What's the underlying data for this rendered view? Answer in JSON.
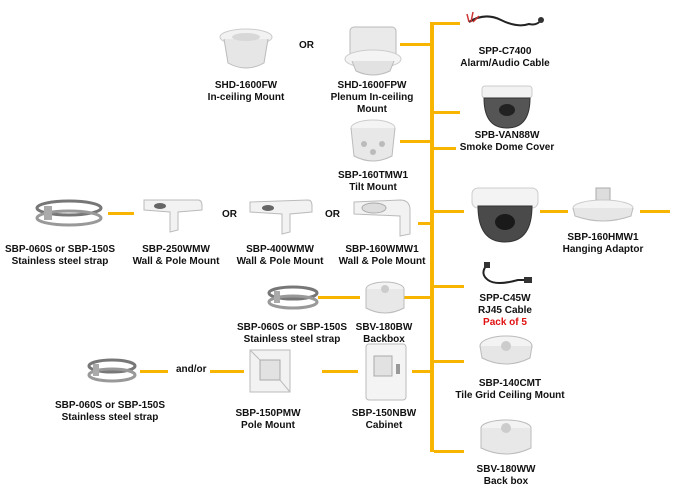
{
  "colors": {
    "connector": "#f7b500",
    "label": "#111111",
    "highlight": "#e01010",
    "product": "#eeeeee"
  },
  "connectors": {
    "or_label": "OR",
    "and_or_label": "and/or"
  },
  "products": {
    "shd_1600fw": {
      "model": "SHD-1600FW",
      "desc": "In-ceiling Mount",
      "icon": "in-ceiling-mount-icon"
    },
    "shd_1600fpw": {
      "model": "SHD-1600FPW",
      "desc": "Plenum In-ceiling",
      "desc2": "Mount",
      "icon": "plenum-mount-icon"
    },
    "spp_c7400": {
      "model": "SPP-C7400",
      "desc": "Alarm/Audio Cable",
      "icon": "cable-icon"
    },
    "spb_van88w": {
      "model": "SPB-VAN88W",
      "desc": "Smoke Dome Cover",
      "icon": "dome-cover-icon"
    },
    "sbp_160tmw1": {
      "model": "SBP-160TMW1",
      "desc": "Tilt Mount",
      "icon": "tilt-mount-icon"
    },
    "camera": {
      "icon": "dome-camera-icon"
    },
    "sbp_160hmw1": {
      "model": "SBP-160HMW1",
      "desc": "Hanging Adaptor",
      "icon": "hanging-adaptor-icon"
    },
    "strap_1": {
      "model": "SBP-060S or SBP-150S",
      "desc": "Stainless steel strap",
      "icon": "steel-strap-icon"
    },
    "sbp_250wmw": {
      "model": "SBP-250WMW",
      "desc": "Wall & Pole Mount",
      "icon": "wall-mount-icon"
    },
    "sbp_400wmw": {
      "model": "SBP-400WMW",
      "desc": "Wall & Pole Mount",
      "icon": "wall-mount-icon"
    },
    "sbp_160wmw1": {
      "model": "SBP-160WMW1",
      "desc": "Wall & Pole Mount",
      "icon": "wall-mount-icon"
    },
    "spp_c45w": {
      "model": "SPP-C45W",
      "desc": "RJ45 Cable",
      "note": "Pack of 5",
      "icon": "rj45-cable-icon"
    },
    "strap_2": {
      "model": "SBP-060S or SBP-150S",
      "desc": "Stainless steel strap",
      "icon": "steel-strap-icon"
    },
    "sbv_180bw": {
      "model": "SBV-180BW",
      "desc": "Backbox",
      "icon": "backbox-icon"
    },
    "sbp_140cmt": {
      "model": "SBP-140CMT",
      "desc": "Tile Grid Ceiling Mount",
      "icon": "ceiling-mount-icon"
    },
    "strap_3": {
      "model": "SBP-060S or SBP-150S",
      "desc": "Stainless steel strap",
      "icon": "steel-strap-icon"
    },
    "sbp_150pmw": {
      "model": "SBP-150PMW",
      "desc": "Pole Mount",
      "icon": "pole-mount-icon"
    },
    "sbp_150nbw": {
      "model": "SBP-150NBW",
      "desc": "Cabinet",
      "icon": "cabinet-icon"
    },
    "sbv_180ww": {
      "model": "SBV-180WW",
      "desc": "Back box",
      "icon": "backbox-icon"
    }
  }
}
